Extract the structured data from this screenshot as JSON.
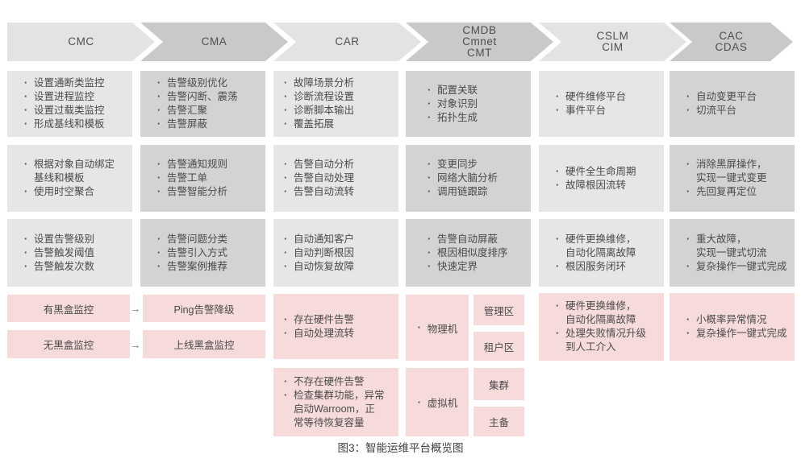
{
  "caption": "图3：智能运维平台概览图",
  "flow_arrow_icon": "→",
  "colors": {
    "box_light": "#e6e6e6",
    "box_dark": "#d3d3d3",
    "arrow_light": "#e3e3e3",
    "arrow_dark": "#c9c9c9",
    "pink": "#f7dbdb",
    "text": "#4a4a4a"
  },
  "columns": [
    {
      "key": "cmc",
      "header_lines": [
        "CMC"
      ],
      "rows": [
        {
          "items": [
            {
              "lines": [
                "设置通断类监控"
              ]
            },
            {
              "lines": [
                "设置进程监控"
              ]
            },
            {
              "lines": [
                "设置过载类监控"
              ]
            },
            {
              "lines": [
                "形成基线和模板"
              ]
            }
          ]
        },
        {
          "items": [
            {
              "lines": [
                "根据对象自动绑定",
                "基线和模板"
              ]
            },
            {
              "lines": [
                "使用时空聚合"
              ]
            }
          ]
        },
        {
          "items": [
            {
              "lines": [
                "设置告警级别"
              ]
            },
            {
              "lines": [
                "告警触发阈值"
              ]
            },
            {
              "lines": [
                "告警触发次数"
              ]
            }
          ]
        }
      ]
    },
    {
      "key": "cma",
      "header_lines": [
        "CMA"
      ],
      "rows": [
        {
          "items": [
            {
              "lines": [
                "告警级别优化"
              ]
            },
            {
              "lines": [
                "告警闪断、震荡"
              ]
            },
            {
              "lines": [
                "告警汇聚"
              ]
            },
            {
              "lines": [
                "告警屏蔽"
              ]
            }
          ]
        },
        {
          "items": [
            {
              "lines": [
                "告警通知规则"
              ]
            },
            {
              "lines": [
                "告警工单"
              ]
            },
            {
              "lines": [
                "告警智能分析"
              ]
            }
          ]
        },
        {
          "items": [
            {
              "lines": [
                "告警问题分类"
              ]
            },
            {
              "lines": [
                "告警引入方式"
              ]
            },
            {
              "lines": [
                "告警案例推荐"
              ]
            }
          ]
        }
      ]
    },
    {
      "key": "car",
      "header_lines": [
        "CAR"
      ],
      "rows": [
        {
          "items": [
            {
              "lines": [
                "故障场景分析"
              ]
            },
            {
              "lines": [
                "诊断流程设置"
              ]
            },
            {
              "lines": [
                "诊断脚本输出"
              ]
            },
            {
              "lines": [
                "覆盖拓展"
              ]
            }
          ]
        },
        {
          "items": [
            {
              "lines": [
                "告警自动分析"
              ]
            },
            {
              "lines": [
                "告警自动处理"
              ]
            },
            {
              "lines": [
                "告警自动流转"
              ]
            }
          ]
        },
        {
          "items": [
            {
              "lines": [
                "自动通知客户"
              ]
            },
            {
              "lines": [
                "自动判断根因"
              ]
            },
            {
              "lines": [
                "自动恢复故障"
              ]
            }
          ]
        }
      ]
    },
    {
      "key": "cmdb",
      "header_lines": [
        "CMDB",
        "Cmnet",
        "CMT"
      ],
      "rows": [
        {
          "items": [
            {
              "lines": [
                "配置关联"
              ]
            },
            {
              "lines": [
                "对象识别"
              ]
            },
            {
              "lines": [
                "拓扑生成"
              ]
            }
          ]
        },
        {
          "items": [
            {
              "lines": [
                "变更同步"
              ]
            },
            {
              "lines": [
                "网络大脑分析"
              ]
            },
            {
              "lines": [
                "调用链跟踪"
              ]
            }
          ]
        },
        {
          "items": [
            {
              "lines": [
                "告警自动屏蔽"
              ]
            },
            {
              "lines": [
                "根因相似度排序"
              ]
            },
            {
              "lines": [
                "快速定界"
              ]
            }
          ]
        }
      ]
    },
    {
      "key": "cslm",
      "header_lines": [
        "CSLM",
        "CIM"
      ],
      "rows": [
        {
          "items": [
            {
              "lines": [
                "硬件维修平台"
              ]
            },
            {
              "lines": [
                "事件平台"
              ]
            }
          ]
        },
        {
          "items": [
            {
              "lines": [
                "硬件全生命周期"
              ]
            },
            {
              "lines": [
                "故障根因流转"
              ]
            }
          ]
        },
        {
          "items": [
            {
              "lines": [
                "硬件更换维修，",
                "自动化隔离故障"
              ]
            },
            {
              "lines": [
                "根因服务闭环"
              ]
            }
          ]
        }
      ]
    },
    {
      "key": "cac",
      "header_lines": [
        "CAC",
        "CDAS"
      ],
      "rows": [
        {
          "items": [
            {
              "lines": [
                "自动变更平台"
              ]
            },
            {
              "lines": [
                "切流平台"
              ]
            }
          ]
        },
        {
          "items": [
            {
              "lines": [
                "消除黑屏操作，",
                "实现一键式变更"
              ]
            },
            {
              "lines": [
                "先回复再定位"
              ]
            }
          ]
        },
        {
          "items": [
            {
              "lines": [
                "重大故障，",
                "实现一键式切流"
              ]
            },
            {
              "lines": [
                "复杂操作一键式完成"
              ]
            }
          ]
        }
      ]
    }
  ],
  "pink": {
    "cmc_flows": [
      {
        "from": "有黑盒监控",
        "to": "Ping告警降级"
      },
      {
        "from": "无黑盒监控",
        "to": "上线黑盒监控"
      }
    ],
    "car_top": {
      "items": [
        {
          "lines": [
            "存在硬件告警"
          ]
        },
        {
          "lines": [
            "自动处理流转"
          ]
        }
      ]
    },
    "car_bottom": {
      "items": [
        {
          "lines": [
            "不存在硬件告警"
          ]
        },
        {
          "lines": [
            "检查集群功能，异常",
            "启动Warroom，正",
            "常等待恢复容量"
          ]
        }
      ]
    },
    "cmdb_physical": {
      "label": "物理机",
      "zones": [
        "管理区",
        "租户区"
      ]
    },
    "cmdb_virtual": {
      "label": "虚拟机",
      "zones": [
        "集群",
        "主备"
      ]
    },
    "cslm": {
      "items": [
        {
          "lines": [
            "硬件更换维修，",
            "自动化隔离故障"
          ]
        },
        {
          "lines": [
            "处理失败情况升级",
            "到人工介入"
          ]
        }
      ]
    },
    "cac": {
      "items": [
        {
          "lines": [
            "小概率异常情况"
          ]
        },
        {
          "lines": [
            "复杂操作一键式完成"
          ]
        }
      ]
    }
  }
}
